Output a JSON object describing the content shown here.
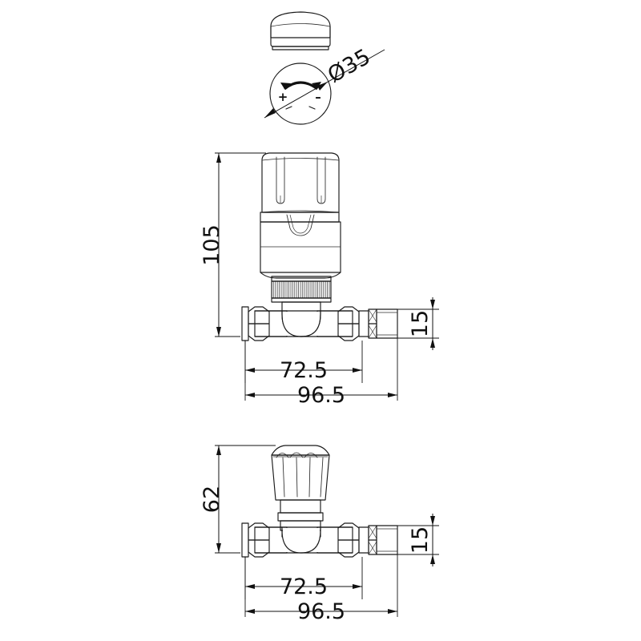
{
  "document": {
    "type": "technical-drawing",
    "title": "Radiator Valve Dimensional Drawing",
    "background_color": "#ffffff",
    "line_color": "#1a1a1a",
    "units": "mm"
  },
  "views": {
    "cap_detail": {
      "name": "thermostatic-head-cap",
      "description": "Side elevation of rounded cap"
    },
    "dial_detail": {
      "name": "cap-top-dial",
      "description": "Top view of dial with rotation arrow and plus/minus markings",
      "markings": {
        "plus": "+",
        "minus": "–"
      },
      "diameter_label": "Ø35"
    },
    "trv_assembly": {
      "name": "thermostatic-radiator-valve-assembly",
      "description": "Straight TRV with thermostatic head, knurled collar, hex nuts and compression fitting"
    },
    "manual_assembly": {
      "name": "manual-radiator-valve-assembly",
      "description": "Straight manual valve with fluted knob handle, hex nuts and compression fitting"
    }
  },
  "dimensions": {
    "trv_height": "105",
    "trv_body_length": "72.5",
    "trv_overall_length": "96.5",
    "trv_fitting_height": "15",
    "manual_height": "62",
    "manual_body_length": "72.5",
    "manual_overall_length": "96.5",
    "manual_fitting_height": "15",
    "cap_diameter": "Ø35"
  }
}
